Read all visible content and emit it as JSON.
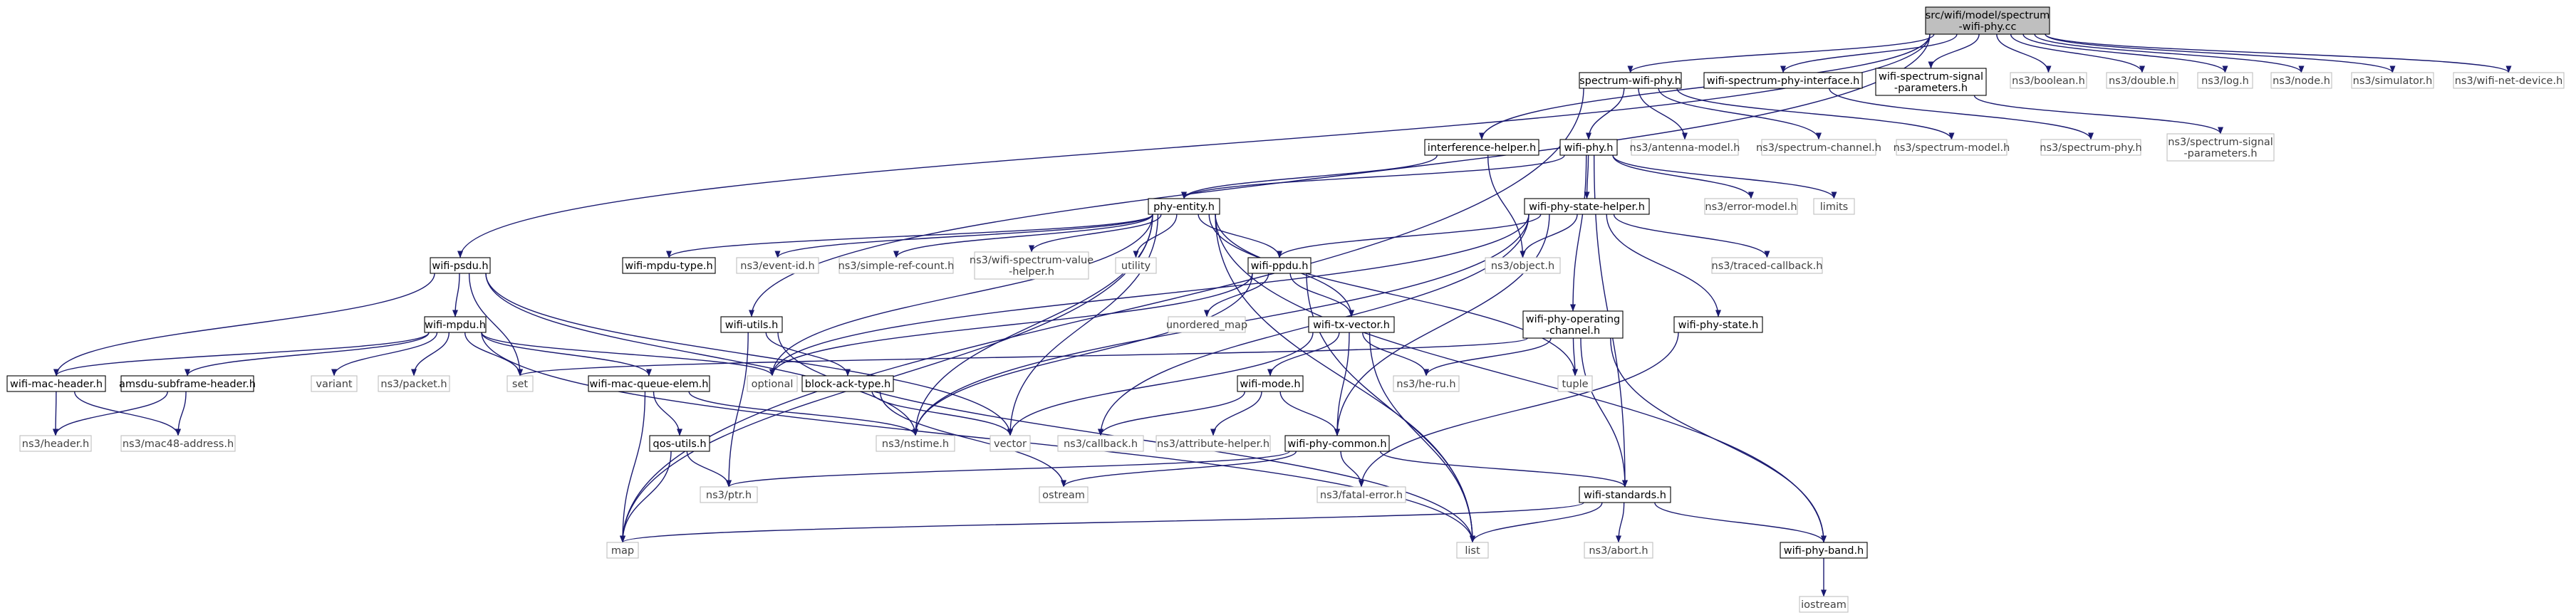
{
  "title": "src/wifi/model/spectrum-wifi-phy.cc",
  "colors": {
    "edge": "#191970",
    "root_fill": "#bfbfbf",
    "node_border": "#000000",
    "external_border": "#bfbfbf"
  },
  "nodes": [
    {
      "id": "root",
      "label": [
        "src/wifi/model/spectrum",
        "-wifi-phy.cc"
      ],
      "kind": "root"
    },
    {
      "id": "spectrum-wifi-phy-h",
      "label": [
        "spectrum-wifi-phy.h"
      ],
      "kind": "main"
    },
    {
      "id": "wifi-spectrum-phy-interface-h",
      "label": [
        "wifi-spectrum-phy-interface.h"
      ],
      "kind": "main"
    },
    {
      "id": "wifi-spectrum-signal-parameters-h",
      "label": [
        "wifi-spectrum-signal",
        "-parameters.h"
      ],
      "kind": "main"
    },
    {
      "id": "ns3-boolean-h",
      "label": [
        "ns3/boolean.h"
      ],
      "kind": "ext"
    },
    {
      "id": "ns3-double-h",
      "label": [
        "ns3/double.h"
      ],
      "kind": "ext"
    },
    {
      "id": "ns3-log-h",
      "label": [
        "ns3/log.h"
      ],
      "kind": "ext"
    },
    {
      "id": "ns3-node-h",
      "label": [
        "ns3/node.h"
      ],
      "kind": "ext"
    },
    {
      "id": "ns3-simulator-h",
      "label": [
        "ns3/simulator.h"
      ],
      "kind": "ext"
    },
    {
      "id": "ns3-wifi-net-device-h",
      "label": [
        "ns3/wifi-net-device.h"
      ],
      "kind": "ext"
    },
    {
      "id": "wifi-phy-h",
      "label": [
        "wifi-phy.h"
      ],
      "kind": "main"
    },
    {
      "id": "ns3-antenna-model-h",
      "label": [
        "ns3/antenna-model.h"
      ],
      "kind": "ext"
    },
    {
      "id": "ns3-spectrum-channel-h",
      "label": [
        "ns3/spectrum-channel.h"
      ],
      "kind": "ext"
    },
    {
      "id": "ns3-spectrum-model-h",
      "label": [
        "ns3/spectrum-model.h"
      ],
      "kind": "ext"
    },
    {
      "id": "ns3-spectrum-phy-h",
      "label": [
        "ns3/spectrum-phy.h"
      ],
      "kind": "ext"
    },
    {
      "id": "ns3-spectrum-signal-parameters-h",
      "label": [
        "ns3/spectrum-signal",
        "-parameters.h"
      ],
      "kind": "ext"
    },
    {
      "id": "interference-helper-h",
      "label": [
        "interference-helper.h"
      ],
      "kind": "main"
    },
    {
      "id": "phy-entity-h",
      "label": [
        "phy-entity.h"
      ],
      "kind": "main"
    },
    {
      "id": "wifi-phy-state-helper-h",
      "label": [
        "wifi-phy-state-helper.h"
      ],
      "kind": "main"
    },
    {
      "id": "ns3-error-model-h",
      "label": [
        "ns3/error-model.h"
      ],
      "kind": "ext"
    },
    {
      "id": "limits",
      "label": [
        "limits"
      ],
      "kind": "ext"
    },
    {
      "id": "wifi-psdu-h",
      "label": [
        "wifi-psdu.h"
      ],
      "kind": "main"
    },
    {
      "id": "wifi-mpdu-type-h",
      "label": [
        "wifi-mpdu-type.h"
      ],
      "kind": "main"
    },
    {
      "id": "ns3-event-id-h",
      "label": [
        "ns3/event-id.h"
      ],
      "kind": "ext"
    },
    {
      "id": "ns3-simple-ref-count-h",
      "label": [
        "ns3/simple-ref-count.h"
      ],
      "kind": "ext"
    },
    {
      "id": "ns3-wifi-spectrum-value-helper-h",
      "label": [
        "ns3/wifi-spectrum-value",
        "-helper.h"
      ],
      "kind": "ext"
    },
    {
      "id": "utility",
      "label": [
        "utility"
      ],
      "kind": "ext"
    },
    {
      "id": "wifi-ppdu-h",
      "label": [
        "wifi-ppdu.h"
      ],
      "kind": "main"
    },
    {
      "id": "ns3-object-h",
      "label": [
        "ns3/object.h"
      ],
      "kind": "ext"
    },
    {
      "id": "ns3-traced-callback-h",
      "label": [
        "ns3/traced-callback.h"
      ],
      "kind": "ext"
    },
    {
      "id": "unordered-map",
      "label": [
        "unordered_map"
      ],
      "kind": "ext"
    },
    {
      "id": "wifi-mpdu-h",
      "label": [
        "wifi-mpdu.h"
      ],
      "kind": "main"
    },
    {
      "id": "wifi-utils-h",
      "label": [
        "wifi-utils.h"
      ],
      "kind": "main"
    },
    {
      "id": "wifi-tx-vector-h",
      "label": [
        "wifi-tx-vector.h"
      ],
      "kind": "main"
    },
    {
      "id": "wifi-phy-operating-channel-h",
      "label": [
        "wifi-phy-operating",
        "-channel.h"
      ],
      "kind": "main"
    },
    {
      "id": "wifi-phy-state-h",
      "label": [
        "wifi-phy-state.h"
      ],
      "kind": "main"
    },
    {
      "id": "wifi-mac-header-h",
      "label": [
        "wifi-mac-header.h"
      ],
      "kind": "main"
    },
    {
      "id": "amsdu-subframe-header-h",
      "label": [
        "amsdu-subframe-header.h"
      ],
      "kind": "main"
    },
    {
      "id": "variant",
      "label": [
        "variant"
      ],
      "kind": "ext"
    },
    {
      "id": "ns3-packet-h",
      "label": [
        "ns3/packet.h"
      ],
      "kind": "ext"
    },
    {
      "id": "set",
      "label": [
        "set"
      ],
      "kind": "ext"
    },
    {
      "id": "wifi-mac-queue-elem-h",
      "label": [
        "wifi-mac-queue-elem.h"
      ],
      "kind": "main"
    },
    {
      "id": "optional",
      "label": [
        "optional"
      ],
      "kind": "ext"
    },
    {
      "id": "block-ack-type-h",
      "label": [
        "block-ack-type.h"
      ],
      "kind": "main"
    },
    {
      "id": "wifi-mode-h",
      "label": [
        "wifi-mode.h"
      ],
      "kind": "main"
    },
    {
      "id": "ns3-he-ru-h",
      "label": [
        "ns3/he-ru.h"
      ],
      "kind": "ext"
    },
    {
      "id": "tuple",
      "label": [
        "tuple"
      ],
      "kind": "ext"
    },
    {
      "id": "ns3-header-h",
      "label": [
        "ns3/header.h"
      ],
      "kind": "ext"
    },
    {
      "id": "ns3-mac48-address-h",
      "label": [
        "ns3/mac48-address.h"
      ],
      "kind": "ext"
    },
    {
      "id": "ns3-nstime-h",
      "label": [
        "ns3/nstime.h"
      ],
      "kind": "ext"
    },
    {
      "id": "vector",
      "label": [
        "vector"
      ],
      "kind": "ext"
    },
    {
      "id": "ns3-callback-h",
      "label": [
        "ns3/callback.h"
      ],
      "kind": "ext"
    },
    {
      "id": "ns3-attribute-helper-h",
      "label": [
        "ns3/attribute-helper.h"
      ],
      "kind": "ext"
    },
    {
      "id": "qos-utils-h",
      "label": [
        "qos-utils.h"
      ],
      "kind": "main"
    },
    {
      "id": "wifi-phy-common-h",
      "label": [
        "wifi-phy-common.h"
      ],
      "kind": "main"
    },
    {
      "id": "ns3-ptr-h",
      "label": [
        "ns3/ptr.h"
      ],
      "kind": "ext"
    },
    {
      "id": "ostream",
      "label": [
        "ostream"
      ],
      "kind": "ext"
    },
    {
      "id": "ns3-fatal-error-h",
      "label": [
        "ns3/fatal-error.h"
      ],
      "kind": "ext"
    },
    {
      "id": "wifi-standards-h",
      "label": [
        "wifi-standards.h"
      ],
      "kind": "main"
    },
    {
      "id": "map",
      "label": [
        "map"
      ],
      "kind": "ext"
    },
    {
      "id": "list",
      "label": [
        "list"
      ],
      "kind": "ext"
    },
    {
      "id": "ns3-abort-h",
      "label": [
        "ns3/abort.h"
      ],
      "kind": "ext"
    },
    {
      "id": "wifi-phy-band-h",
      "label": [
        "wifi-phy-band.h"
      ],
      "kind": "main"
    },
    {
      "id": "iostream",
      "label": [
        "iostream"
      ],
      "kind": "ext"
    }
  ],
  "edges": [
    [
      "root",
      "spectrum-wifi-phy-h"
    ],
    [
      "root",
      "wifi-spectrum-phy-interface-h"
    ],
    [
      "root",
      "wifi-spectrum-signal-parameters-h"
    ],
    [
      "root",
      "ns3-boolean-h"
    ],
    [
      "root",
      "ns3-double-h"
    ],
    [
      "root",
      "ns3-log-h"
    ],
    [
      "root",
      "ns3-node-h"
    ],
    [
      "root",
      "ns3-simulator-h"
    ],
    [
      "root",
      "ns3-wifi-net-device-h"
    ],
    [
      "root",
      "wifi-psdu-h"
    ],
    [
      "root",
      "wifi-utils-h"
    ],
    [
      "root",
      "interference-helper-h"
    ],
    [
      "spectrum-wifi-phy-h",
      "wifi-phy-h"
    ],
    [
      "spectrum-wifi-phy-h",
      "ns3-antenna-model-h"
    ],
    [
      "spectrum-wifi-phy-h",
      "ns3-spectrum-channel-h"
    ],
    [
      "spectrum-wifi-phy-h",
      "ns3-spectrum-model-h"
    ],
    [
      "spectrum-wifi-phy-h",
      "map"
    ],
    [
      "wifi-spectrum-phy-interface-h",
      "ns3-spectrum-phy-h"
    ],
    [
      "wifi-spectrum-signal-parameters-h",
      "ns3-spectrum-signal-parameters-h"
    ],
    [
      "interference-helper-h",
      "phy-entity-h"
    ],
    [
      "interference-helper-h",
      "ns3-object-h"
    ],
    [
      "wifi-phy-h",
      "phy-entity-h"
    ],
    [
      "wifi-phy-h",
      "wifi-phy-state-helper-h"
    ],
    [
      "wifi-phy-h",
      "ns3-error-model-h"
    ],
    [
      "wifi-phy-h",
      "limits"
    ],
    [
      "wifi-phy-h",
      "wifi-phy-operating-channel-h"
    ],
    [
      "wifi-phy-h",
      "wifi-standards-h"
    ],
    [
      "phy-entity-h",
      "wifi-mpdu-type-h"
    ],
    [
      "phy-entity-h",
      "ns3-event-id-h"
    ],
    [
      "phy-entity-h",
      "ns3-simple-ref-count-h"
    ],
    [
      "phy-entity-h",
      "ns3-wifi-spectrum-value-helper-h"
    ],
    [
      "phy-entity-h",
      "utility"
    ],
    [
      "phy-entity-h",
      "wifi-ppdu-h"
    ],
    [
      "phy-entity-h",
      "wifi-tx-vector-h"
    ],
    [
      "phy-entity-h",
      "optional"
    ],
    [
      "phy-entity-h",
      "map"
    ],
    [
      "phy-entity-h",
      "vector"
    ],
    [
      "phy-entity-h",
      "ns3-nstime-h"
    ],
    [
      "phy-entity-h",
      "tuple"
    ],
    [
      "phy-entity-h",
      "list"
    ],
    [
      "phy-entity-h",
      "wifi-phy-band-h"
    ],
    [
      "wifi-phy-state-helper-h",
      "ns3-object-h"
    ],
    [
      "wifi-phy-state-helper-h",
      "ns3-traced-callback-h"
    ],
    [
      "wifi-phy-state-helper-h",
      "wifi-phy-state-h"
    ],
    [
      "wifi-phy-state-helper-h",
      "wifi-ppdu-h"
    ],
    [
      "wifi-phy-state-helper-h",
      "wifi-phy-common-h"
    ],
    [
      "wifi-phy-state-helper-h",
      "ns3-nstime-h"
    ],
    [
      "wifi-phy-state-helper-h",
      "optional"
    ],
    [
      "wifi-phy-state-helper-h",
      "ns3-callback-h"
    ],
    [
      "wifi-psdu-h",
      "wifi-mpdu-h"
    ],
    [
      "wifi-psdu-h",
      "wifi-mac-header-h"
    ],
    [
      "wifi-psdu-h",
      "set"
    ],
    [
      "wifi-psdu-h",
      "ns3-nstime-h"
    ],
    [
      "wifi-psdu-h",
      "vector"
    ],
    [
      "wifi-ppdu-h",
      "unordered-map"
    ],
    [
      "wifi-ppdu-h",
      "wifi-tx-vector-h"
    ],
    [
      "wifi-ppdu-h",
      "ns3-nstime-h"
    ],
    [
      "wifi-ppdu-h",
      "optional"
    ],
    [
      "wifi-ppdu-h",
      "list"
    ],
    [
      "wifi-mpdu-h",
      "wifi-mac-header-h"
    ],
    [
      "wifi-mpdu-h",
      "amsdu-subframe-header-h"
    ],
    [
      "wifi-mpdu-h",
      "variant"
    ],
    [
      "wifi-mpdu-h",
      "ns3-packet-h"
    ],
    [
      "wifi-mpdu-h",
      "set"
    ],
    [
      "wifi-mpdu-h",
      "wifi-mac-queue-elem-h"
    ],
    [
      "wifi-mpdu-h",
      "optional"
    ],
    [
      "wifi-mpdu-h",
      "list"
    ],
    [
      "wifi-utils-h",
      "block-ack-type-h"
    ],
    [
      "wifi-utils-h",
      "ns3-ptr-h"
    ],
    [
      "wifi-utils-h",
      "list"
    ],
    [
      "wifi-tx-vector-h",
      "wifi-mode-h"
    ],
    [
      "wifi-tx-vector-h",
      "ns3-he-ru-h"
    ],
    [
      "wifi-tx-vector-h",
      "wifi-phy-common-h"
    ],
    [
      "wifi-tx-vector-h",
      "list"
    ],
    [
      "wifi-tx-vector-h",
      "vector"
    ],
    [
      "wifi-phy-operating-channel-h",
      "ns3-he-ru-h"
    ],
    [
      "wifi-phy-operating-channel-h",
      "tuple"
    ],
    [
      "wifi-phy-operating-channel-h",
      "set"
    ],
    [
      "wifi-phy-operating-channel-h",
      "wifi-standards-h"
    ],
    [
      "wifi-phy-operating-channel-h",
      "wifi-phy-band-h"
    ],
    [
      "wifi-phy-state-h",
      "ns3-fatal-error-h"
    ],
    [
      "wifi-mac-header-h",
      "ns3-header-h"
    ],
    [
      "wifi-mac-header-h",
      "ns3-mac48-address-h"
    ],
    [
      "amsdu-subframe-header-h",
      "ns3-header-h"
    ],
    [
      "amsdu-subframe-header-h",
      "ns3-mac48-address-h"
    ],
    [
      "wifi-mac-queue-elem-h",
      "qos-utils-h"
    ],
    [
      "wifi-mac-queue-elem-h",
      "ns3-nstime-h"
    ],
    [
      "wifi-mac-queue-elem-h",
      "map"
    ],
    [
      "block-ack-type-h",
      "ostream"
    ],
    [
      "block-ack-type-h",
      "vector"
    ],
    [
      "wifi-mode-h",
      "ns3-callback-h"
    ],
    [
      "wifi-mode-h",
      "ns3-attribute-helper-h"
    ],
    [
      "wifi-mode-h",
      "wifi-phy-common-h"
    ],
    [
      "qos-utils-h",
      "ns3-ptr-h"
    ],
    [
      "qos-utils-h",
      "map"
    ],
    [
      "wifi-phy-common-h",
      "ns3-ptr-h"
    ],
    [
      "wifi-phy-common-h",
      "ostream"
    ],
    [
      "wifi-phy-common-h",
      "ns3-fatal-error-h"
    ],
    [
      "wifi-phy-common-h",
      "wifi-standards-h"
    ],
    [
      "wifi-standards-h",
      "map"
    ],
    [
      "wifi-standards-h",
      "list"
    ],
    [
      "wifi-standards-h",
      "ns3-abort-h"
    ],
    [
      "wifi-standards-h",
      "wifi-phy-band-h"
    ],
    [
      "wifi-phy-band-h",
      "iostream"
    ]
  ]
}
